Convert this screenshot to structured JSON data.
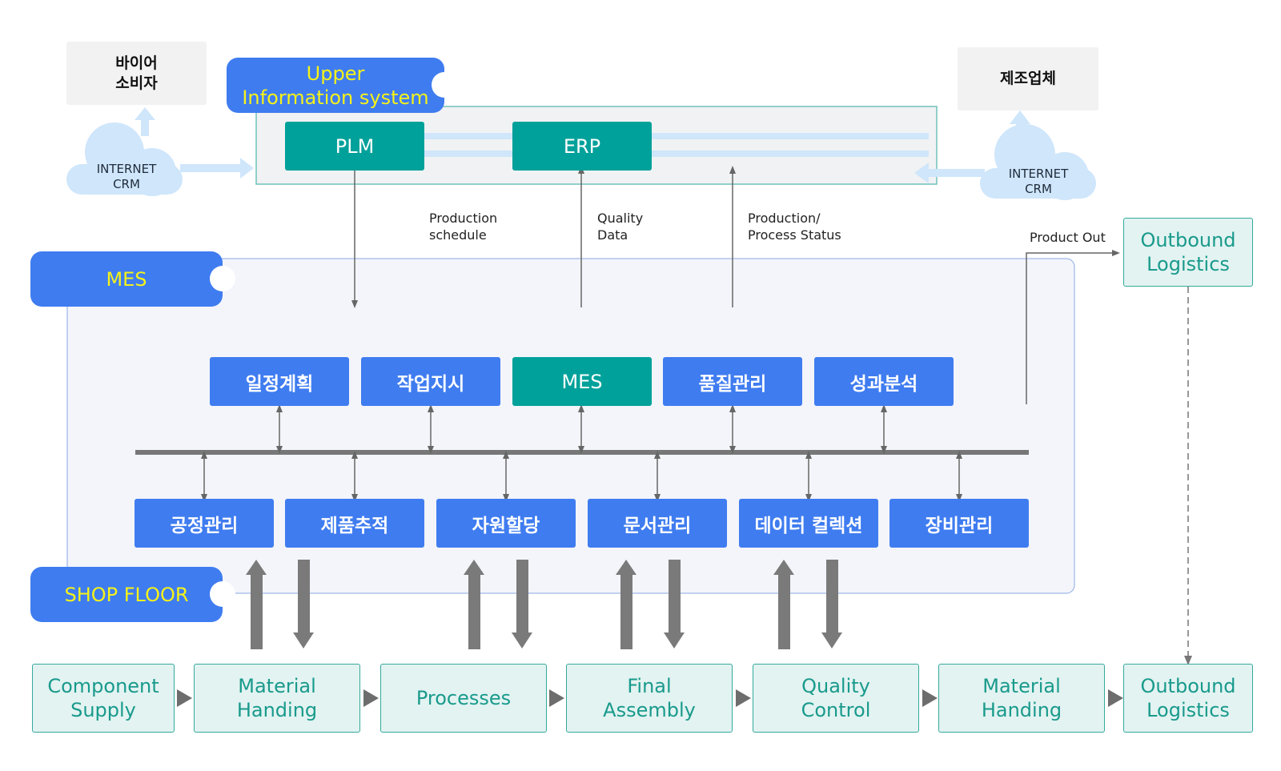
{
  "buyer": {
    "line1": "바이어",
    "line2": "소비자"
  },
  "manufacturer": "제조업체",
  "upper_tag": {
    "line1": "Upper",
    "line2": "Information system"
  },
  "upper_system": {
    "plm": "PLM",
    "erp": "ERP"
  },
  "cloud_left": {
    "line1": "INTERNET",
    "line2": "CRM"
  },
  "cloud_right": {
    "line1": "INTERNET",
    "line2": "CRM"
  },
  "flow_labels": {
    "production_schedule": {
      "line1": "Production",
      "line2": "schedule"
    },
    "quality_data": {
      "line1": "Quality",
      "line2": "Data"
    },
    "production_status": {
      "line1": "Production/",
      "line2": "Process Status"
    },
    "product_out": "Product Out"
  },
  "mes_tag": "MES",
  "shopfloor_tag": "SHOP FLOOR",
  "mes_modules_top": [
    "일정계획",
    "작업지시",
    "MES",
    "품질관리",
    "성과분석"
  ],
  "mes_modules_bottom": [
    "공정관리",
    "제품추적",
    "자원할당",
    "문서관리",
    "데이터 컬렉션",
    "장비관리"
  ],
  "outbound_top": {
    "line1": "Outbound",
    "line2": "Logistics"
  },
  "process_flow": [
    {
      "line1": "Component",
      "line2": "Supply"
    },
    {
      "line1": "Material",
      "line2": "Handing"
    },
    {
      "line1": "Processes",
      "line2": ""
    },
    {
      "line1": "Final",
      "line2": "Assembly"
    },
    {
      "line1": "Quality",
      "line2": "Control"
    },
    {
      "line1": "Material",
      "line2": "Handing"
    },
    {
      "line1": "Outbound",
      "line2": "Logistics"
    }
  ],
  "colors": {
    "blue": "#3f7cf0",
    "teal": "#00a19a",
    "yellow": "#f5f219",
    "flow_fill": "#e2f3f1",
    "flow_border": "#35a99c",
    "cloud": "#cfe6fb"
  }
}
